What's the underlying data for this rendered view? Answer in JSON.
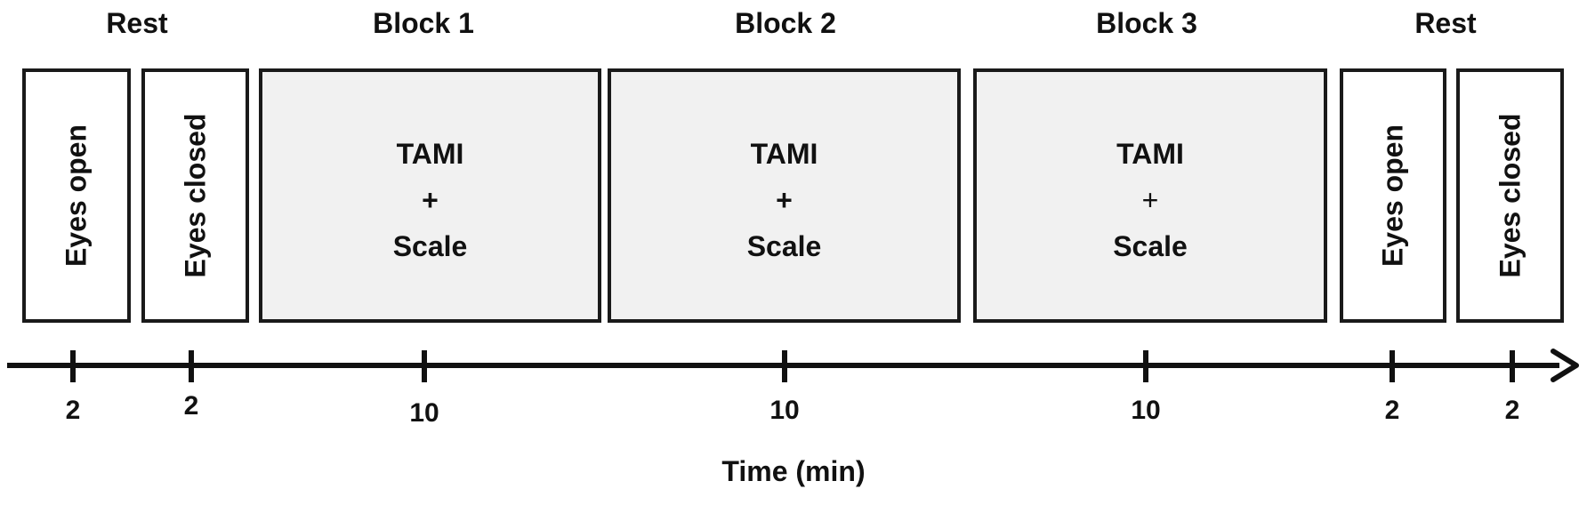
{
  "headers": {
    "rest_left": "Rest",
    "block1": "Block 1",
    "block2": "Block 2",
    "block3": "Block 3",
    "rest_right": "Rest"
  },
  "boxes": {
    "eyes_open_1": "Eyes open",
    "eyes_closed_1": "Eyes closed",
    "block1": {
      "line1": "TAMI",
      "line2": "+",
      "line3": "Scale"
    },
    "block2": {
      "line1": "TAMI",
      "line2": "+",
      "line3": "Scale"
    },
    "block3": {
      "line1": "TAMI",
      "line2": "+",
      "line3": "Scale"
    },
    "eyes_open_2": "Eyes open",
    "eyes_closed_2": "Eyes closed"
  },
  "timeline": {
    "durations": [
      "2",
      "2",
      "10",
      "10",
      "10",
      "2",
      "2"
    ],
    "axis_title": "Time (min)"
  },
  "colors": {
    "box_border": "#1a1a1a",
    "task_fill": "#f1f1f1",
    "rest_fill": "#ffffff",
    "axis": "#111111"
  }
}
